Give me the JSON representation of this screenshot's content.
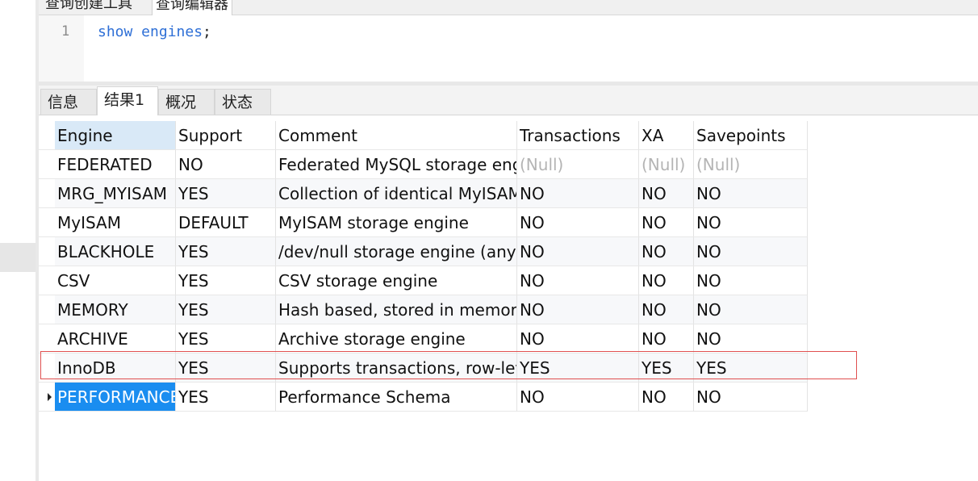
{
  "top_tabs": [
    {
      "label": "查询创建工具"
    },
    {
      "label": "查询编辑器"
    }
  ],
  "editor": {
    "line_number": "1",
    "code_keyword": "show engines",
    "code_punct": ";"
  },
  "result_tabs": [
    {
      "label": "信息"
    },
    {
      "label": "结果1"
    },
    {
      "label": "概况"
    },
    {
      "label": "状态"
    }
  ],
  "grid": {
    "columns": [
      "Engine",
      "Support",
      "Comment",
      "Transactions",
      "XA",
      "Savepoints"
    ],
    "rows": [
      [
        "FEDERATED",
        "NO",
        "Federated MySQL storage engine",
        "(Null)",
        "(Null)",
        "(Null)"
      ],
      [
        "MRG_MYISAM",
        "YES",
        "Collection of identical MyISAM tables",
        "NO",
        "NO",
        "NO"
      ],
      [
        "MyISAM",
        "DEFAULT",
        "MyISAM storage engine",
        "NO",
        "NO",
        "NO"
      ],
      [
        "BLACKHOLE",
        "YES",
        "/dev/null storage engine (anything you write to it disappears)",
        "NO",
        "NO",
        "NO"
      ],
      [
        "CSV",
        "YES",
        "CSV storage engine",
        "NO",
        "NO",
        "NO"
      ],
      [
        "MEMORY",
        "YES",
        "Hash based, stored in memory, useful for temporary tables",
        "NO",
        "NO",
        "NO"
      ],
      [
        "ARCHIVE",
        "YES",
        "Archive storage engine",
        "NO",
        "NO",
        "NO"
      ],
      [
        "InnoDB",
        "YES",
        "Supports transactions, row-level locking, and foreign keys",
        "YES",
        "YES",
        "YES"
      ],
      [
        "PERFORMANCE_SCHEMA",
        "YES",
        "Performance Schema",
        "NO",
        "NO",
        "NO"
      ]
    ],
    "null_text": "(Null)",
    "current_row": 8,
    "highlighted_row": 7
  },
  "colors": {
    "keyword": "#2e6fd6",
    "selection": "#1a8df0",
    "highlight_border": "#e05050",
    "null_text": "#b4b4b4"
  }
}
